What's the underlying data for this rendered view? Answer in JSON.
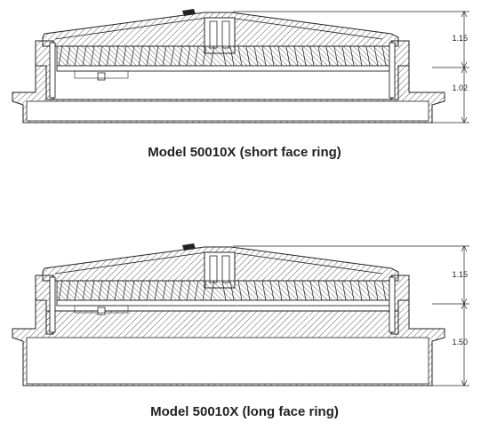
{
  "figures": [
    {
      "caption": "Model 50010X (short face ring)",
      "dim_upper": "1.15",
      "dim_lower": "1.02"
    },
    {
      "caption": "Model 50010X (long face ring)",
      "dim_upper": "1.15",
      "dim_lower": "1.50"
    }
  ]
}
